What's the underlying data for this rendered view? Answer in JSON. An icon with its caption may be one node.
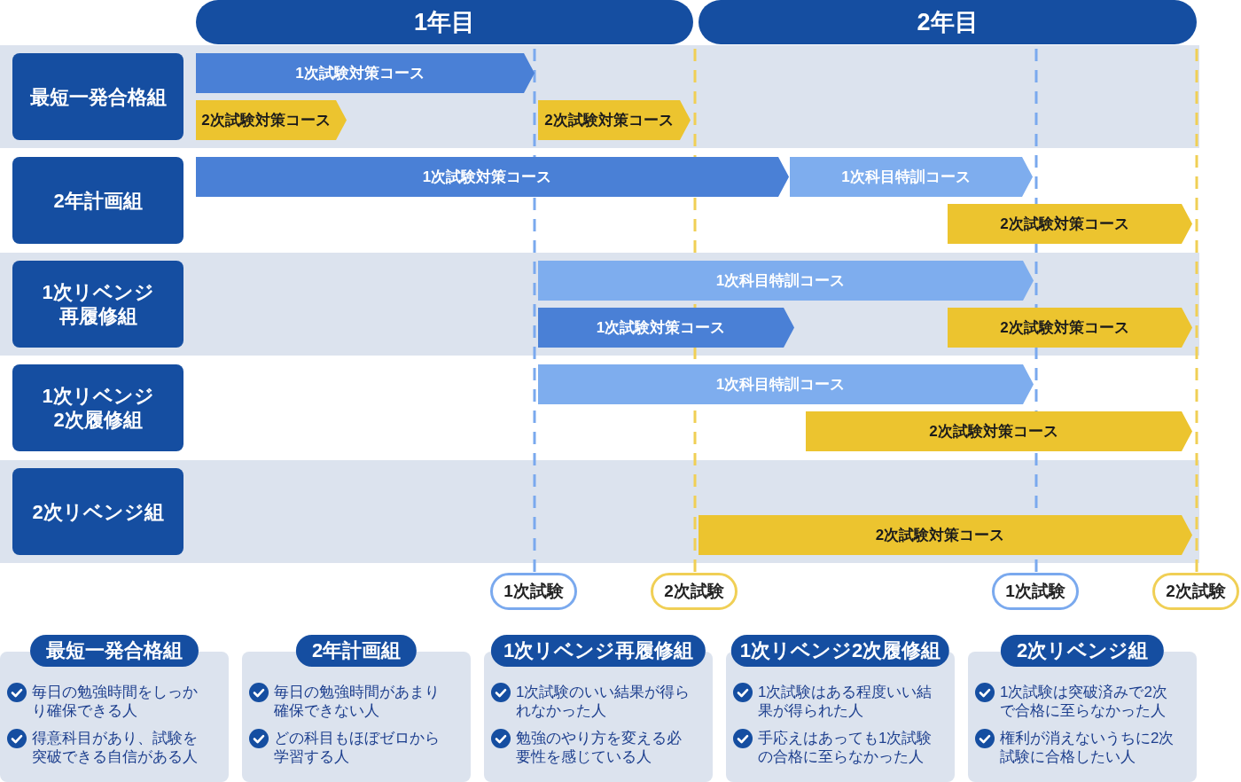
{
  "diagram": {
    "nodes": [
      {
        "text": [
          "1年目"
        ]
      },
      {
        "text": [
          "2年目"
        ]
      },
      {
        "text": [
          "最短一発合格組"
        ]
      },
      {
        "text": [
          "1次試験対策コース"
        ]
      },
      {
        "text": [
          "2次試験対策コース"
        ]
      },
      {
        "text": [
          "2次試験対策コース"
        ]
      },
      {
        "text": [
          "2年計画組"
        ]
      },
      {
        "text": [
          "1次試験対策コース"
        ]
      },
      {
        "text": [
          "1次科目特訓コース"
        ]
      },
      {
        "text": [
          "2次試験対策コース"
        ]
      },
      {
        "text": [
          "1次リベンジ再履修組"
        ]
      },
      {
        "text": [
          "1次科目特訓コース"
        ]
      },
      {
        "text": [
          "1次試験対策コース"
        ]
      },
      {
        "text": [
          "2次試験対策コース"
        ]
      },
      {
        "text": [
          "1次リベンジ2次履修組"
        ]
      },
      {
        "text": [
          "1次科目特訓コース"
        ]
      },
      {
        "text": [
          "2次試験対策コース"
        ]
      },
      {
        "text": [
          "2次リベンジ組"
        ]
      },
      {
        "text": [
          "2次試験対策コース"
        ]
      },
      {
        "text": [
          "1次試験"
        ]
      },
      {
        "text": [
          "2次試験"
        ]
      },
      {
        "text": [
          "1次試験"
        ]
      },
      {
        "text": [
          "2次試験"
        ]
      },
      {
        "text": [
          "最短一発合格組",
          "毎日の勉強時間をしっかり確保できる人",
          "得意科目があり、試験を突破できる自信がある人"
        ]
      },
      {
        "text": [
          "2年計画組",
          "毎日の勉強時間があまり確保できない人",
          "どの科目もほぼゼロから学習する人"
        ]
      },
      {
        "text": [
          "1次リベンジ再履修組",
          "1次試験のいい結果が得られなかった人",
          "勉強のやり方を変える必要性を感じている人"
        ]
      },
      {
        "text": [
          "1次リベンジ2次履修組",
          "1次試験はある程度いい結果が得られた人",
          "手応えはあっても1次試験の合格に至らなかった人"
        ]
      },
      {
        "text": [
          "2次リベンジ組",
          "1次試験は突破済みで2次で合格に至らなかった人",
          "権利が消えないうちに2次試験に合格したい人"
        ]
      }
    ]
  }
}
